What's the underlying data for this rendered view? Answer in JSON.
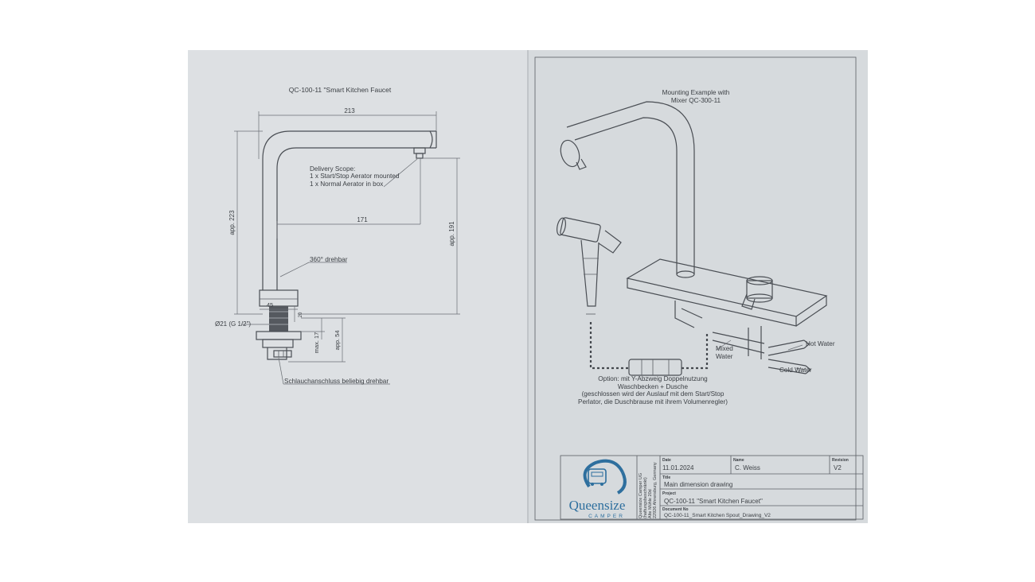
{
  "left_page": {
    "title": "QC-100-11 \"Smart Kitchen Faucet",
    "dim_213": "213",
    "dim_171": "171",
    "dim_223": "app. 223",
    "dim_191": "app. 191",
    "dim_45": "45",
    "dim_20": "20",
    "dim_17": "max. 17",
    "dim_54": "app. 54",
    "thread": "Ø21 (G 1/2\")",
    "scope_title": "Delivery Scope:",
    "scope_1": "1 x Start/Stop Aerator mounted",
    "scope_2": "1 x Normal Aerator in box",
    "rotate": "360° drehbar",
    "hose": "Schlauchanschluss beliebig drehbar"
  },
  "right_page": {
    "title_1": "Mounting Example with",
    "title_2": "Mixer QC-300-11",
    "hot": "Hot Water",
    "mixed_1": "Mixed",
    "mixed_2": "Water",
    "cold": "Cold Water",
    "option_1": "Option: mit Y-Abzweig Doppelnutzung",
    "option_2": "Waschbecken + Dusche",
    "option_3": "(geschlossen wird der Auslauf mit dem Start/Stop",
    "option_4": "Perlator, die Duschbrause mit ihrem Volumenregler)"
  },
  "title_block": {
    "logo_main": "Queensize",
    "logo_sub": "CAMPER",
    "company_1": "Queensize Camper UG",
    "company_2": "(haftungsbeschränkt)",
    "company_3": "Alte Mühle 20d",
    "company_4": "22926 Ahrensburg, Germany",
    "date_label": "Date",
    "date": "11.01.2024",
    "name_label": "Name",
    "name": "C. Weiss",
    "revision_label": "Revision",
    "revision": "V2",
    "title_label": "Title",
    "title": "Main dimension drawing",
    "project_label": "Project",
    "project": "QC-100-11 \"Smart Kitchen Faucet\"",
    "doc_label": "Document No",
    "doc": "QC-100-11_Smart Kitchen Spout_Drawing_V2"
  },
  "colors": {
    "paper": "#d9dde0",
    "ink": "#3b3f44",
    "logo_blue": "#2e6f9e"
  }
}
